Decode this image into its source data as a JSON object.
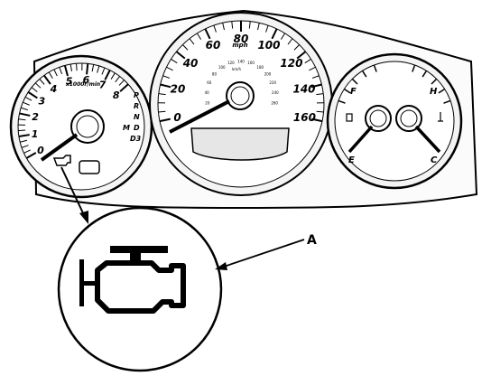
{
  "tachometer": {
    "ticks": [
      "0",
      "1",
      "2",
      "3",
      "4",
      "5",
      "6",
      "7",
      "8"
    ],
    "unit": "x1000r/min",
    "gear_indicator": [
      "P",
      "R",
      "N",
      "D",
      "D3"
    ],
    "gear_prefix": "M"
  },
  "speedometer": {
    "mph_ticks": [
      "0",
      "20",
      "40",
      "60",
      "80",
      "100",
      "120",
      "140",
      "160"
    ],
    "unit": "mph",
    "kmh_inner": [
      "20",
      "40",
      "60",
      "80",
      "100",
      "120",
      "140",
      "160",
      "180",
      "200",
      "220",
      "240",
      "260"
    ],
    "kmh_unit": "km/h"
  },
  "fuel_gauge": {
    "full": "F",
    "empty": "E"
  },
  "temp_gauge": {
    "hot": "H",
    "cold": "C"
  },
  "callout": {
    "label": "A"
  },
  "icons": [
    "check-engine-icon",
    "fuel-pump-icon",
    "coolant-temp-icon"
  ],
  "colors": {
    "ink": "#000000",
    "paper": "#ffffff",
    "dash_fill": "#f2f2f2"
  }
}
